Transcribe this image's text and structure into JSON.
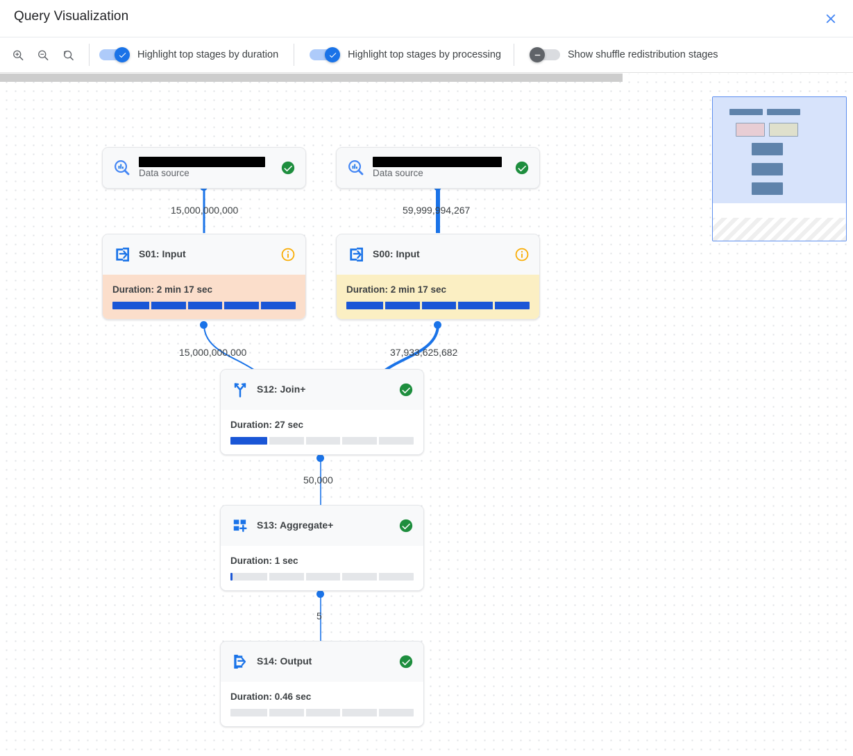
{
  "header": {
    "title": "Query Visualization",
    "close_icon": "close-icon"
  },
  "toolbar": {
    "zoom_in_label": "Zoom in",
    "zoom_out_label": "Zoom out",
    "zoom_reset_label": "Reset zoom",
    "toggles": [
      {
        "label": "Highlight top stages by duration",
        "state": "on"
      },
      {
        "label": "Highlight top stages by processing",
        "state": "on"
      },
      {
        "label": "Show shuffle redistribution stages",
        "state": "off"
      }
    ]
  },
  "colors": {
    "accent_blue": "#1a73e8",
    "edge_blue": "#1a73e8",
    "success_green": "#1e8e3e",
    "info_orange": "#f9ab00",
    "duration_peach": "#fbdecb",
    "duration_yellow": "#fbefc3",
    "bar_fill": "#1a56d6",
    "bar_track": "#e4e6e9"
  },
  "graph": {
    "nodes": [
      {
        "id": "ds-left",
        "title": "",
        "title_redacted": true,
        "subtitle": "Data source",
        "icon": "bigquery-data-source-icon",
        "status": "success",
        "has_body": false
      },
      {
        "id": "ds-right",
        "title": "",
        "title_redacted": true,
        "subtitle": "Data source",
        "icon": "bigquery-data-source-icon",
        "status": "success",
        "has_body": false
      },
      {
        "id": "s01",
        "title": "S01: Input",
        "icon": "input-arrow-icon",
        "status": "info",
        "has_body": true,
        "duration_label": "Duration: 2 min 17 sec",
        "progress_pct": 100,
        "body_style": "duration-peach"
      },
      {
        "id": "s00",
        "title": "S00: Input",
        "icon": "input-arrow-icon",
        "status": "info",
        "has_body": true,
        "duration_label": "Duration: 2 min 17 sec",
        "progress_pct": 100,
        "body_style": "duration-yellow"
      },
      {
        "id": "s12",
        "title": "S12: Join+",
        "icon": "join-merge-icon",
        "status": "success",
        "has_body": true,
        "duration_label": "Duration: 27 sec",
        "progress_pct": 20,
        "body_style": "duration-plain"
      },
      {
        "id": "s13",
        "title": "S13: Aggregate+",
        "icon": "aggregate-plus-icon",
        "status": "success",
        "has_body": true,
        "duration_label": "Duration: 1 sec",
        "progress_pct": 1,
        "body_style": "duration-plain"
      },
      {
        "id": "s14",
        "title": "S14: Output",
        "icon": "output-arrow-icon",
        "status": "success",
        "has_body": true,
        "duration_label": "Duration: 0.46 sec",
        "progress_pct": 0,
        "body_style": "duration-plain"
      }
    ],
    "edges": [
      {
        "from": "ds-left",
        "to": "s01",
        "label": "15,000,000,000",
        "thickness": 3
      },
      {
        "from": "ds-right",
        "to": "s00",
        "label": "59,999,994,267",
        "thickness": 6
      },
      {
        "from": "s01",
        "to": "s12",
        "label": "15,000,000,000",
        "thickness": 2
      },
      {
        "from": "s00",
        "to": "s12",
        "label": "37,933,625,682",
        "thickness": 4
      },
      {
        "from": "s12",
        "to": "s13",
        "label": "50,000",
        "thickness": 1.6
      },
      {
        "from": "s13",
        "to": "s14",
        "label": "5",
        "thickness": 1.6
      }
    ]
  },
  "minimap": {
    "name": "graph-minimap"
  }
}
